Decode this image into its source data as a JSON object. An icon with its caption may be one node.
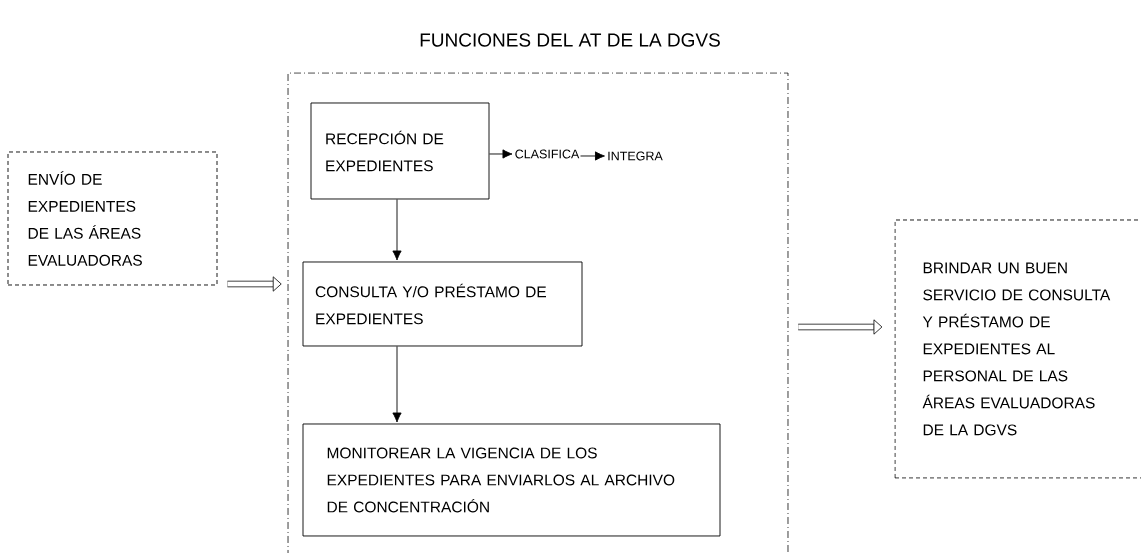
{
  "diagram": {
    "title": "FUNCIONES DEL AT DE LA DGVS",
    "nodes": [
      {
        "text": [],
        "shape": "box"
      },
      {
        "text": [
          "RECEPCIÓN DE EXPEDIENTES"
        ],
        "in": 0
      },
      {
        "text": [
          "CLASIFICA"
        ],
        "in": 0
      },
      {
        "text": [
          "INTEGRA"
        ],
        "in": 0
      },
      {
        "text": [
          "CONSULTA Y/O PRÉSTAMO DE EXPEDIENTES"
        ],
        "in": 0
      },
      {
        "text": [
          "MONITOREAR LA VIGENCIA DE LOS EXPEDIENTES PARA ENVIARLOS AL ARCHIVO DE CONCENTRACIÓN"
        ],
        "in": 0
      },
      {
        "text": [
          "ENVÍO DE EXPEDIENTES DE LAS ÁREAS EVALUADORAS"
        ]
      },
      {
        "text": [
          "BRINDAR UN BUEN SERVICIO DE CONSULTA Y PRÉSTAMO DE EXPEDIENTES AL PERSONAL DE LAS ÁREAS EVALUADORAS DE LA DGVS"
        ]
      }
    ],
    "edges": [
      {
        "from": 1,
        "to": 2,
        "arrow": "to"
      },
      {
        "from": 2,
        "to": 3,
        "arrow": "to"
      },
      {
        "from": 1,
        "to": 4,
        "arrow": "to"
      },
      {
        "from": 4,
        "to": 5,
        "arrow": "to"
      },
      {
        "from": 6,
        "to": 0,
        "arrow": "to",
        "style": "thick"
      },
      {
        "from": 0,
        "to": 7,
        "arrow": "to",
        "style": "thick"
      }
    ]
  }
}
